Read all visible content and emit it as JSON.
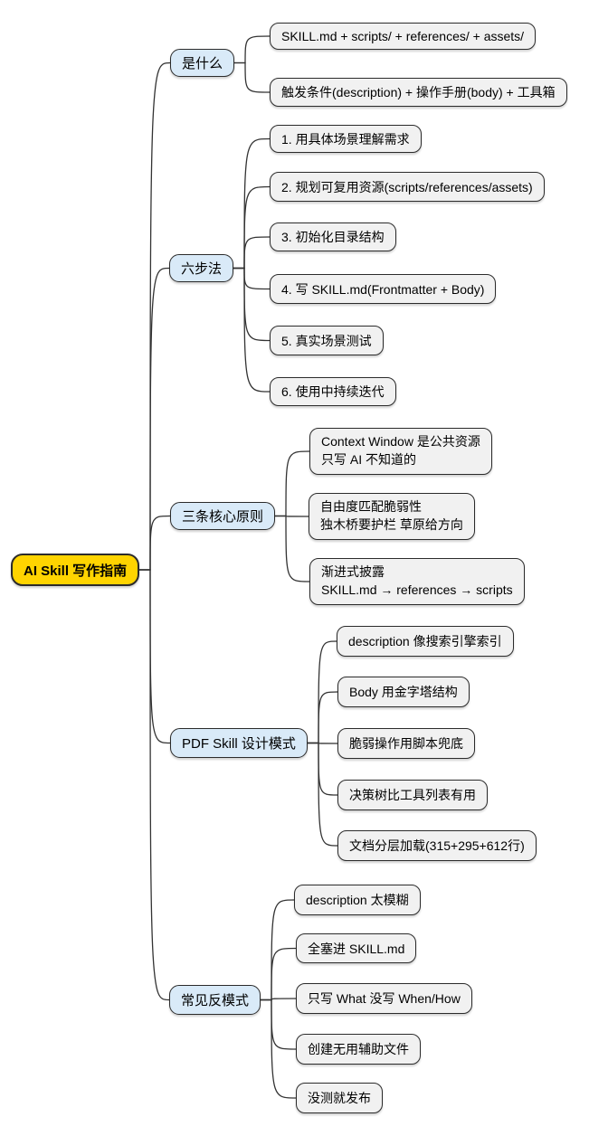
{
  "root": {
    "label": "AI Skill 写作指南"
  },
  "branches": [
    {
      "label": "是什么",
      "children": [
        "SKILL.md + scripts/ + references/ + assets/",
        "触发条件(description) + 操作手册(body) + 工具箱"
      ]
    },
    {
      "label": "六步法",
      "children": [
        "1. 用具体场景理解需求",
        "2. 规划可复用资源(scripts/references/assets)",
        "3. 初始化目录结构",
        "4. 写 SKILL.md(Frontmatter + Body)",
        "5. 真实场景测试",
        "6. 使用中持续迭代"
      ]
    },
    {
      "label": "三条核心原则",
      "children": [
        "Context Window 是公共资源\n只写 AI 不知道的",
        "自由度匹配脆弱性\n独木桥要护栏 草原给方向",
        "渐进式披露\nSKILL.md → references → scripts"
      ]
    },
    {
      "label": "PDF Skill 设计模式",
      "children": [
        "description 像搜索引擎索引",
        "Body 用金字塔结构",
        "脆弱操作用脚本兜底",
        "决策树比工具列表有用",
        "文档分层加载(315+295+612行)"
      ]
    },
    {
      "label": "常见反模式",
      "children": [
        "description 太模糊",
        "全塞进 SKILL.md",
        "只写 What 没写 When/How",
        "创建无用辅助文件",
        "没测就发布"
      ]
    }
  ],
  "colors": {
    "root_fill": "#FFD400",
    "branch_fill": "#D9EAF8",
    "leaf_fill": "#F1F1F1",
    "node_border": "#2B2B2B",
    "connector": "#333333",
    "background": "#FFFFFF"
  }
}
